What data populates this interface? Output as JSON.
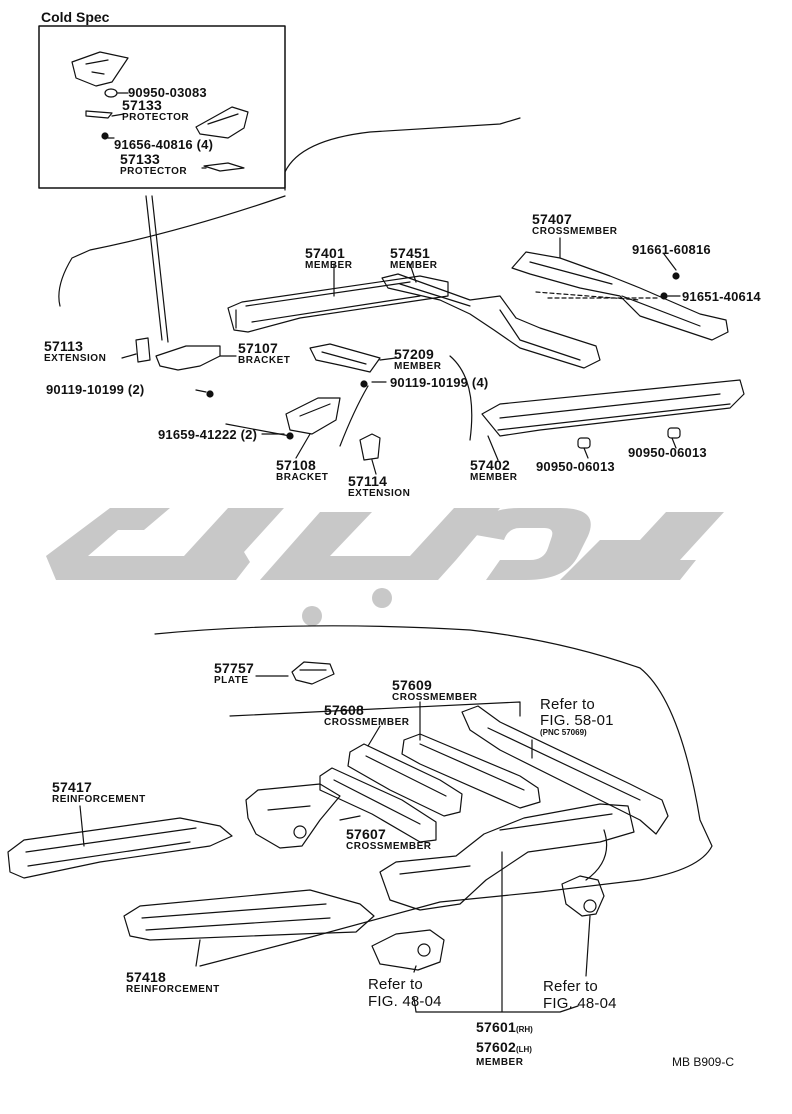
{
  "inset": {
    "title": "Cold Spec"
  },
  "parts": {
    "p90950_03083": "90950-03083",
    "p57133a": "57133",
    "p57133a_name": "PROTECTOR",
    "p91656": "91656-40816 (4)",
    "p57133b": "57133",
    "p57133b_name": "PROTECTOR",
    "p57407": "57407",
    "p57407_name": "CROSSMEMBER",
    "p57401": "57401",
    "p57401_name": "MEMBER",
    "p57451": "57451",
    "p57451_name": "MEMBER",
    "p91661": "91661-60816",
    "p91651": "91651-40614",
    "p57113": "57113",
    "p57113_name": "EXTENSION",
    "p57107": "57107",
    "p57107_name": "BRACKET",
    "p57209": "57209",
    "p57209_name": "MEMBER",
    "p90119a": "90119-10199 (2)",
    "p90119b": "90119-10199 (4)",
    "p91659": "91659-41222 (2)",
    "p57108": "57108",
    "p57108_name": "BRACKET",
    "p57114": "57114",
    "p57114_name": "EXTENSION",
    "p57402": "57402",
    "p57402_name": "MEMBER",
    "p90950_06013a": "90950-06013",
    "p90950_06013b": "90950-06013",
    "p57757": "57757",
    "p57757_name": "PLATE",
    "p57609": "57609",
    "p57609_name": "CROSSMEMBER",
    "p57608": "57608",
    "p57608_name": "CROSSMEMBER",
    "ref_58_line1": "Refer to",
    "ref_58_line2": "FIG. 58-01",
    "ref_58_pnc": "(PNC 57069)",
    "p57417": "57417",
    "p57417_name": "REINFORCEMENT",
    "p57607": "57607",
    "p57607_name": "CROSSMEMBER",
    "p57418": "57418",
    "p57418_name": "REINFORCEMENT",
    "ref_48a_line1": "Refer to",
    "ref_48a_line2": "FIG. 48-04",
    "ref_48b_line1": "Refer to",
    "ref_48b_line2": "FIG. 48-04",
    "p57601": "57601",
    "p57601_side": "(RH)",
    "p57602": "57602",
    "p57602_side": "(LH)",
    "p5760x_name": "MEMBER"
  },
  "footer": {
    "code": "MB B909-C"
  },
  "colors": {
    "ink": "#111111",
    "watermark": "#c8c8c8"
  }
}
